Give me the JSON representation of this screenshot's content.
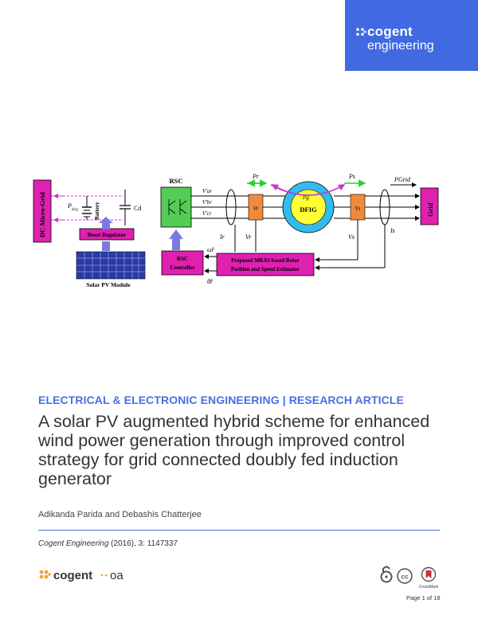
{
  "brand": {
    "name": "cogent",
    "sub": "engineering",
    "color": "#4169e1"
  },
  "figure": {
    "left_block": "DC Micro-Grid",
    "pdc_label": "P",
    "pdc_sub": "dcg",
    "battery": "Battery",
    "cd": "Cd",
    "boost": "Boost Regulator",
    "solar": "Solar PV  Module",
    "rsc_top": "RSC",
    "rsc_ctrl_1": "RSC",
    "rsc_ctrl_2": "Controller",
    "var": "V'ar",
    "vbr": "V'br",
    "vcr": "V'cr",
    "pr": "Pr",
    "vr_box": "Vr",
    "ir": "Ir",
    "vr": "Vr",
    "pg": "Pg",
    "dfig": "DFIG",
    "ps": "Ps",
    "vs_box": "Vs",
    "vs": "Vs",
    "is": "Is",
    "pgrid": "PGrid",
    "grid": "Grid",
    "mras_1": "Proposed MRAS based Rotor",
    "mras_2": "Position and Speed Estimator",
    "omega": "ω̂r",
    "theta": "θ̂r"
  },
  "article": {
    "category": "ELECTRICAL & ELECTRONIC ENGINEERING | RESEARCH ARTICLE",
    "title": "A solar PV augmented hybrid scheme for enhanced wind power generation through improved control strategy for grid connected doubly fed induction generator",
    "authors": "Adikanda Parida and Debashis Chatterjee",
    "journal": "Cogent Engineering",
    "citation_rest": " (2016), 3: 1147337",
    "page": "Page 1 of 18"
  },
  "footer": {
    "logo_main": "cogent",
    "logo_sub": "oa",
    "crossmark": "CrossMark"
  }
}
